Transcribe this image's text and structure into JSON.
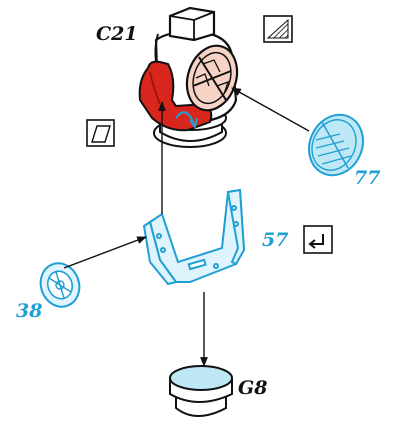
{
  "labels": {
    "head": "C21",
    "lens": "77",
    "bracket": "57",
    "knob": "38",
    "base": "G8"
  },
  "icons": {
    "hatch": "hatched-square-icon",
    "parallelogram": "parallelogram-box-icon",
    "return_arrow": "return-arrow-box-icon"
  },
  "colors": {
    "outline": "#111111",
    "accent_blue": "#1f9fd4",
    "red_yoke": "#d8261c",
    "peach_filter": "#f6d3c4",
    "cyan_fill": "#bfe8f7"
  }
}
